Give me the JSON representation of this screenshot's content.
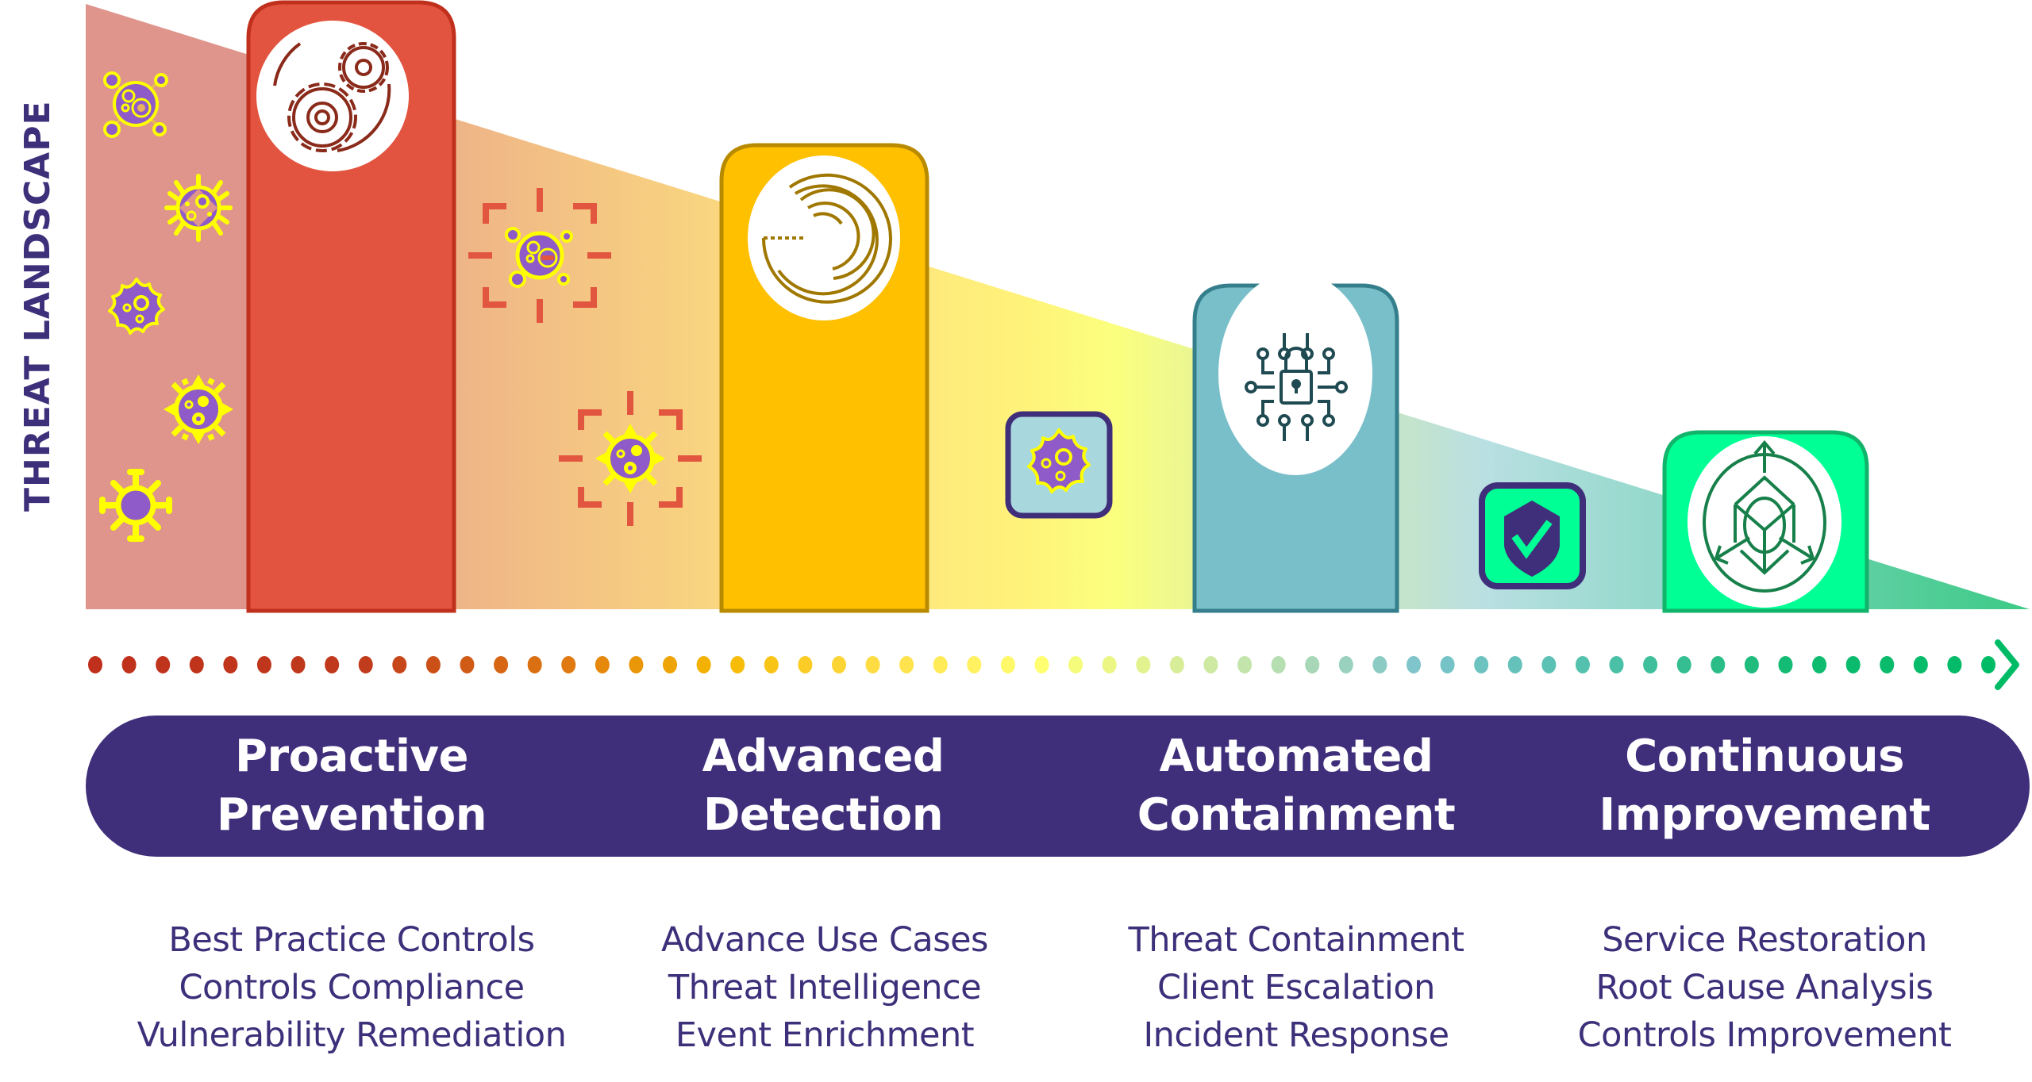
{
  "axis_label": "THREAT LANDSCAPE",
  "colors": {
    "band": "#3f2e7a",
    "text": "#3d2f7a",
    "virus_body": "#8e5bc8",
    "virus_outline": "#ffff00",
    "crosshair": "#e2553f"
  },
  "stages": [
    {
      "title_line1": "Proactive",
      "title_line2": "Prevention",
      "icon": "gears-icon",
      "bar_fill": "#e2543f",
      "bar_stroke": "#c0301c",
      "icon_color": "#8a2a1a",
      "items": [
        "Best Practice Controls",
        "Controls Compliance",
        "Vulnerability Remediation"
      ]
    },
    {
      "title_line1": "Advanced",
      "title_line2": "Detection",
      "icon": "radar-icon",
      "bar_fill": "#ffc000",
      "bar_stroke": "#b88a00",
      "icon_color": "#a07800",
      "items": [
        "Advance Use Cases",
        "Threat Intelligence",
        "Event Enrichment"
      ]
    },
    {
      "title_line1": "Automated",
      "title_line2": "Containment",
      "icon": "circuit-lock-icon",
      "bar_fill": "#79bfca",
      "bar_stroke": "#357f8c",
      "icon_color": "#1f4a52",
      "items": [
        "Threat Containment",
        "Client Escalation",
        "Incident Response"
      ]
    },
    {
      "title_line1": "Continuous",
      "title_line2": "Improvement",
      "icon": "cube-arrows-icon",
      "bar_fill": "#00ff95",
      "bar_stroke": "#12b36a",
      "icon_color": "#17804a",
      "items": [
        "Service Restoration",
        "Root Cause Analysis",
        "Controls Improvement"
      ]
    }
  ],
  "badges": [
    {
      "icon": "virus-icon",
      "fill": "#a8d8dd",
      "stroke": "#3f2e7a"
    },
    {
      "icon": "shield-check-icon",
      "fill": "#00ff95",
      "stroke": "#3f2e7a"
    }
  ],
  "progress_dots": {
    "count": 57,
    "start_color": "#c0301c",
    "mid_color": "#ffff70",
    "end_color": "#00bb66"
  }
}
